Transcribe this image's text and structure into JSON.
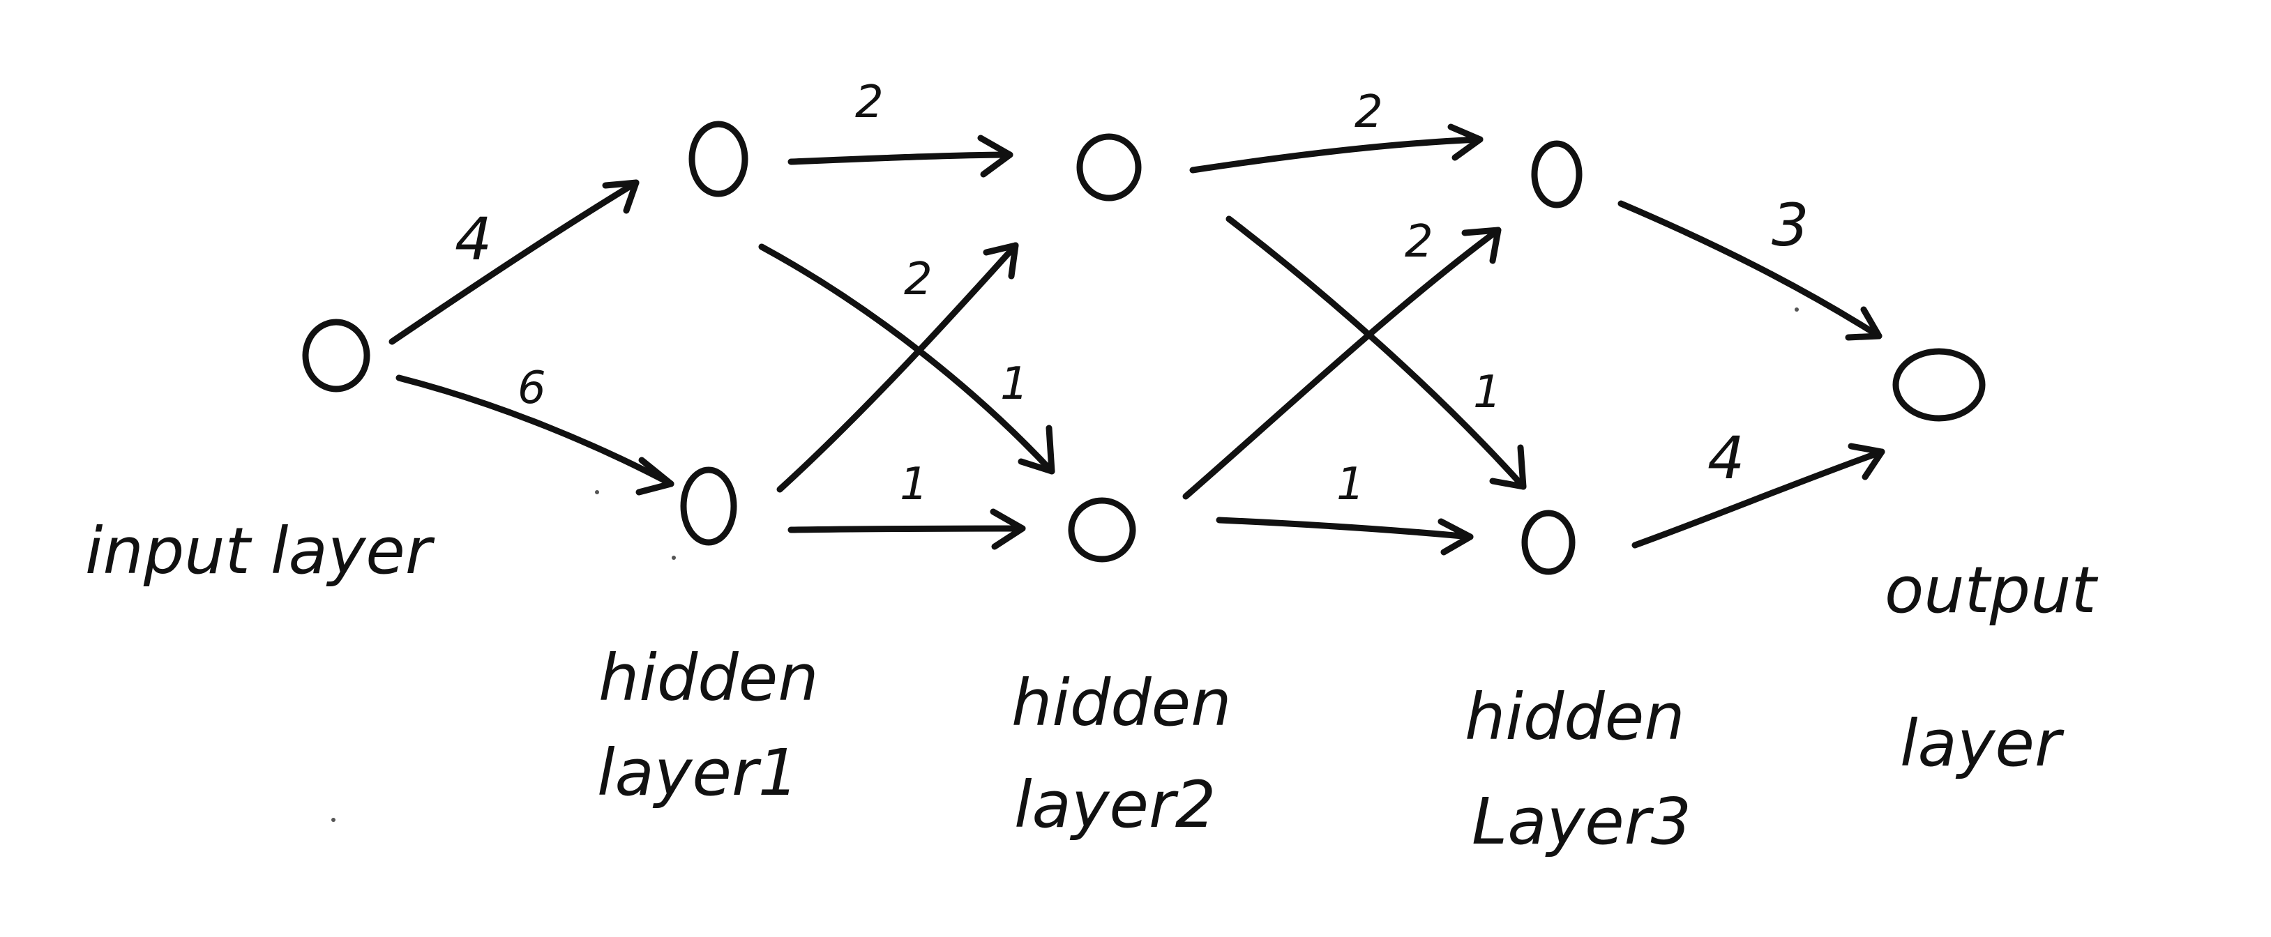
{
  "diagram": {
    "stroke_color": "#111111",
    "background": "#ffffff",
    "layers": [
      {
        "id": "input",
        "lines": [
          "input layer"
        ],
        "nodes": [
          "in"
        ]
      },
      {
        "id": "h1",
        "lines": [
          "hidden",
          "layer1"
        ],
        "nodes": [
          "h1a",
          "h1b"
        ]
      },
      {
        "id": "h2",
        "lines": [
          "hidden",
          "layer2"
        ],
        "nodes": [
          "h2a",
          "h2b"
        ]
      },
      {
        "id": "h3",
        "lines": [
          "hidden",
          "Layer3"
        ],
        "nodes": [
          "h3a",
          "h3b"
        ]
      },
      {
        "id": "output",
        "lines": [
          "output",
          "layer"
        ],
        "nodes": [
          "out"
        ]
      }
    ],
    "edges": [
      {
        "from": "in",
        "to": "h1a",
        "weight": "4"
      },
      {
        "from": "in",
        "to": "h1b",
        "weight": "6"
      },
      {
        "from": "h1a",
        "to": "h2a",
        "weight": "2"
      },
      {
        "from": "h1a",
        "to": "h2b",
        "weight": "1"
      },
      {
        "from": "h1b",
        "to": "h2a",
        "weight": "2"
      },
      {
        "from": "h1b",
        "to": "h2b",
        "weight": "1"
      },
      {
        "from": "h2a",
        "to": "h3a",
        "weight": "2"
      },
      {
        "from": "h2a",
        "to": "h3b",
        "weight": "1"
      },
      {
        "from": "h2b",
        "to": "h3a",
        "weight": "2"
      },
      {
        "from": "h2b",
        "to": "h3b",
        "weight": "1"
      },
      {
        "from": "h3a",
        "to": "out",
        "weight": "3"
      },
      {
        "from": "h3b",
        "to": "out",
        "weight": "4"
      }
    ]
  }
}
